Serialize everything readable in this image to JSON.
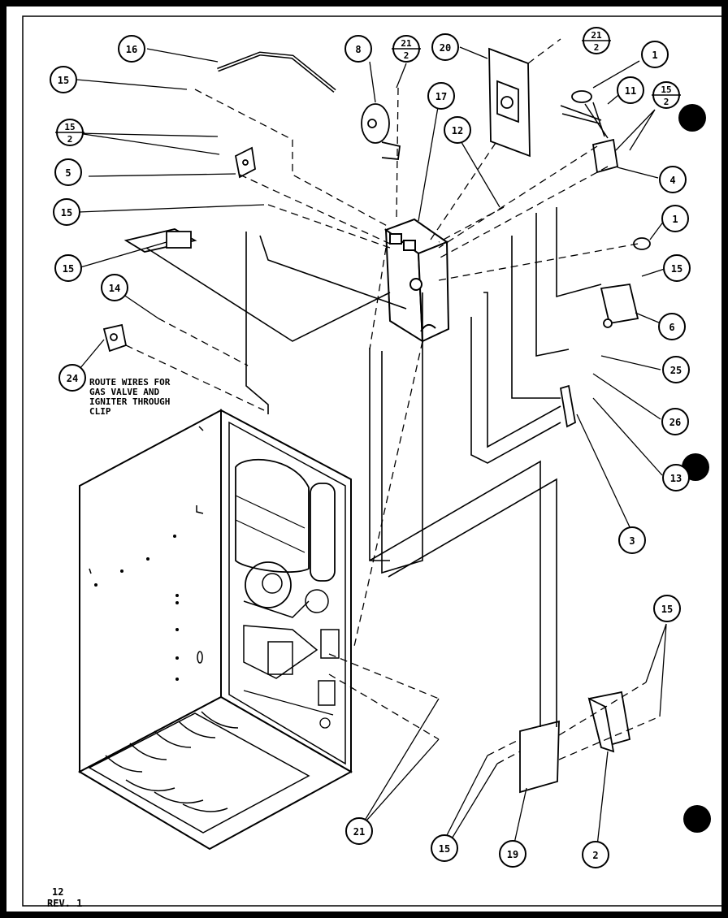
{
  "note_lines": [
    "ROUTE WIRES FOR",
    "GAS VALVE AND",
    "IGNITER THROUGH",
    "CLIP"
  ],
  "footer": {
    "page": "12",
    "rev": "REV. 1"
  },
  "callouts": [
    {
      "label": "16"
    },
    {
      "label": "8"
    },
    {
      "label": "20"
    },
    {
      "label": "1"
    },
    {
      "label": "15"
    },
    {
      "label": "17"
    },
    {
      "label": "11"
    },
    {
      "label": "12"
    },
    {
      "label": "5"
    },
    {
      "label": "4"
    },
    {
      "label": "15"
    },
    {
      "label": "1"
    },
    {
      "label": "15"
    },
    {
      "label": "15"
    },
    {
      "label": "14"
    },
    {
      "label": "6"
    },
    {
      "label": "25"
    },
    {
      "label": "24"
    },
    {
      "label": "26"
    },
    {
      "label": "13"
    },
    {
      "label": "3"
    },
    {
      "label": "15"
    },
    {
      "label": "21"
    },
    {
      "label": "15"
    },
    {
      "label": "19"
    },
    {
      "label": "2"
    }
  ],
  "fractions": [
    {
      "num": "21",
      "den": "2"
    },
    {
      "num": "21",
      "den": "2"
    },
    {
      "num": "15",
      "den": "2"
    },
    {
      "num": "15",
      "den": "2"
    }
  ]
}
